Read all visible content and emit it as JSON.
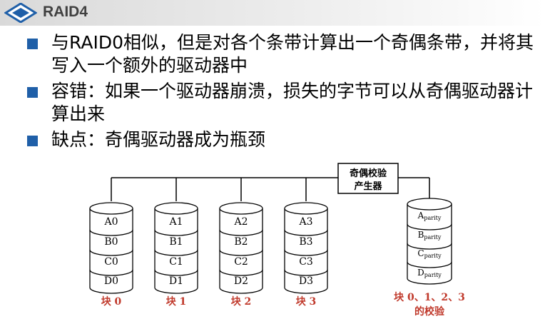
{
  "slide": {
    "title": "RAID4",
    "bullets": [
      "与RAID0相似，但是对各个条带计算出一个奇偶条带，并将其写入一个额外的驱动器中",
      "容错：如果一个驱动器崩溃，损失的字节可以从奇偶驱动器计算出来",
      "缺点：奇偶驱动器成为瓶颈"
    ]
  },
  "diagram": {
    "generator": {
      "line1": "奇偶校验",
      "line2": "产生器"
    },
    "data_disks": [
      {
        "strips": [
          "A0",
          "B0",
          "C0",
          "D0"
        ],
        "label": "块 0"
      },
      {
        "strips": [
          "A1",
          "B1",
          "C1",
          "D1"
        ],
        "label": "块 1"
      },
      {
        "strips": [
          "A2",
          "B2",
          "C2",
          "D2"
        ],
        "label": "块 2"
      },
      {
        "strips": [
          "A3",
          "B3",
          "C3",
          "D3"
        ],
        "label": "块 3"
      }
    ],
    "parity_disk": {
      "strips": [
        {
          "base": "A",
          "sub": "parity"
        },
        {
          "base": "B",
          "sub": "parity"
        },
        {
          "base": "C",
          "sub": "parity"
        },
        {
          "base": "D",
          "sub": "parity"
        }
      ],
      "label_line1": "块 0、1、2、3",
      "label_line2": "的校验"
    },
    "colors": {
      "label": "#c0392b",
      "line": "#000000",
      "bullet": "#1f5fa8"
    }
  }
}
